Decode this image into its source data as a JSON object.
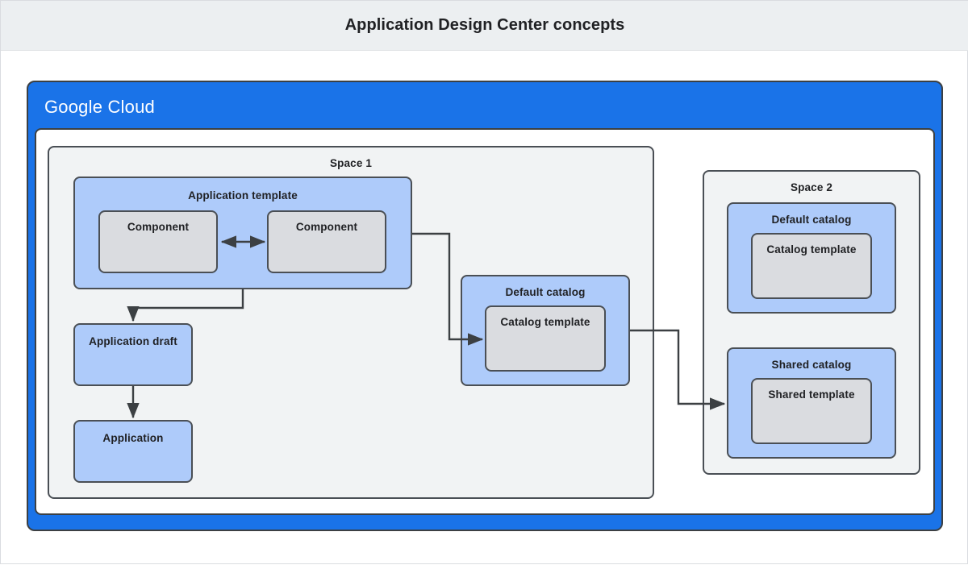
{
  "header": {
    "title": "Application Design Center concepts"
  },
  "cloud": {
    "brand_first": "Google",
    "brand_second": "Cloud",
    "accent_color": "#1a73e8"
  },
  "colors": {
    "header_band": "#eceff1",
    "blue_fill": "#aecbfa",
    "grey_fill": "#dadce0",
    "space_fill": "#f1f3f4",
    "stroke": "#4a4f55",
    "text": "#202124"
  },
  "space1": {
    "label": "Space 1",
    "application_template": {
      "label": "Application template",
      "component_left": "Component",
      "component_right": "Component"
    },
    "application_draft": "Application draft",
    "application": "Application",
    "default_catalog": {
      "label": "Default catalog",
      "catalog_template": "Catalog template"
    }
  },
  "space2": {
    "label": "Space 2",
    "default_catalog": {
      "label": "Default catalog",
      "catalog_template": "Catalog template"
    },
    "shared_catalog": {
      "label": "Shared catalog",
      "shared_template": "Shared template"
    }
  },
  "connectors": [
    {
      "name": "app-template-to-default-catalog",
      "from": "Application template",
      "to": "Catalog template",
      "arrowheads": "end"
    },
    {
      "name": "app-template-to-application-draft",
      "from": "Application template",
      "to": "Application draft",
      "arrowheads": "end"
    },
    {
      "name": "application-draft-to-application",
      "from": "Application draft",
      "to": "Application",
      "arrowheads": "end"
    },
    {
      "name": "component-to-component",
      "from": "Component",
      "to": "Component",
      "arrowheads": "both"
    },
    {
      "name": "default-catalog-to-shared-catalog",
      "from": "Default catalog",
      "to": "Shared template",
      "arrowheads": "end"
    }
  ]
}
